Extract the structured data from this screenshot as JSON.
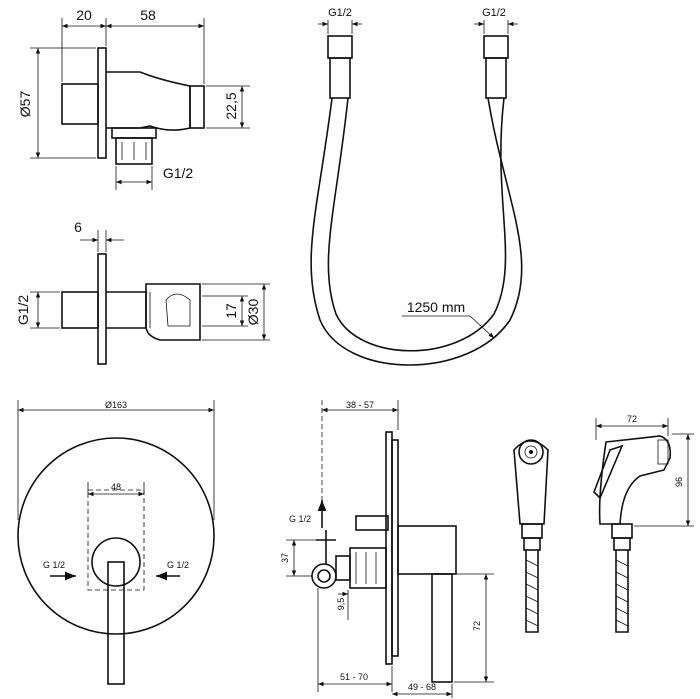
{
  "labels": {
    "top_width_20": "20",
    "top_width_58": "58",
    "top_dia_57": "Ø57",
    "top_dim_22_5": "22,5",
    "top_thread": "G1/2",
    "side_dim_6": "6",
    "side_thread": "G1/2",
    "side_dim_17": "17",
    "side_dia_30": "Ø30",
    "hose_thread_left": "G1/2",
    "hose_thread_right": "G1/2",
    "hose_length": "1250 mm",
    "plate_dia": "Ø163",
    "plate_dim_48": "48",
    "plate_thread_left": "G 1/2",
    "plate_thread_right": "G 1/2",
    "valve_dim_top": "38 - 57",
    "valve_thread": "G 1/2",
    "valve_dim_37": "37",
    "valve_dim_9_5": "9,5",
    "valve_dim_72": "72",
    "valve_dim_51_70": "51 - 70",
    "valve_dim_49_68": "49 - 68",
    "spray_dim_72": "72",
    "spray_dim_96": "96"
  }
}
